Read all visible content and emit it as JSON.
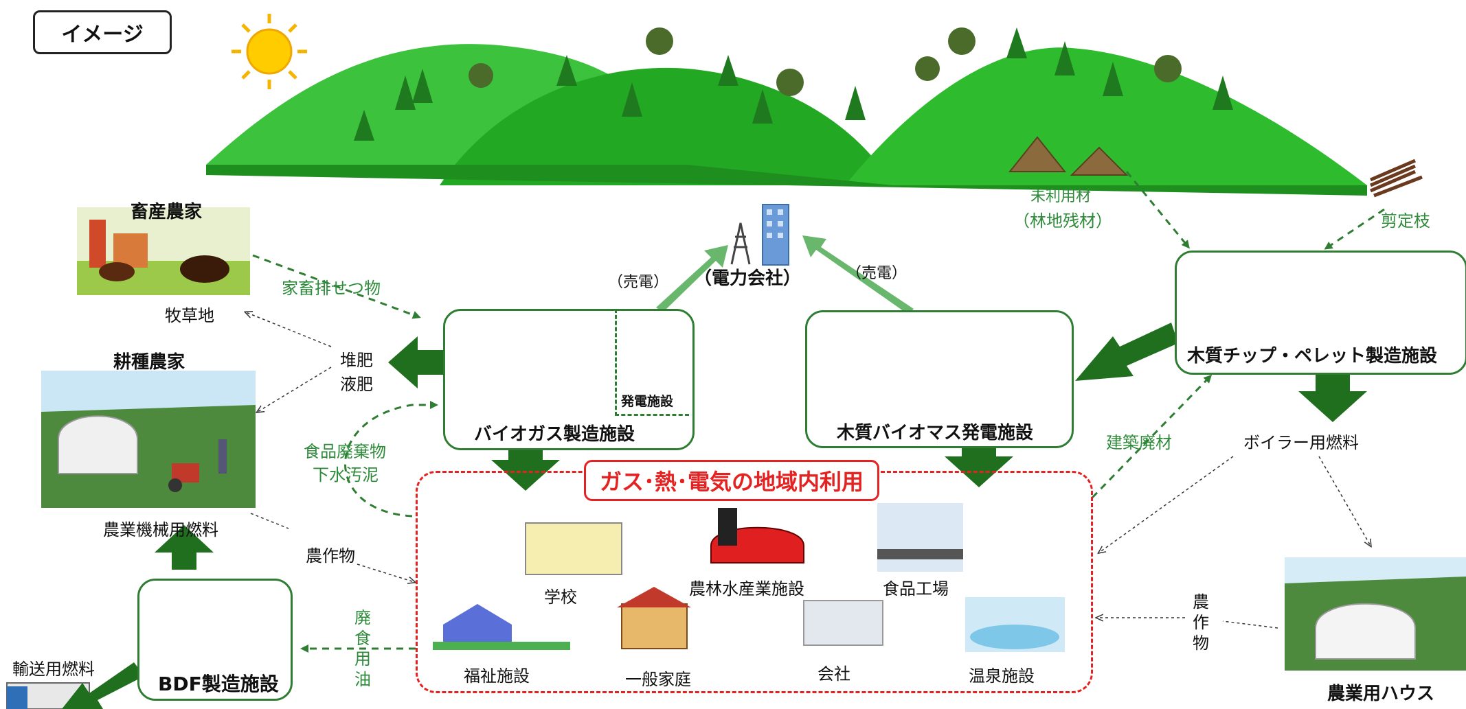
{
  "title_box": "イメージ",
  "region_title": "ガス･熱･電気の地域内利用",
  "facilities": {
    "biogas": "バイオガス製造施設",
    "biogas_power": "発電施設",
    "wood_power": "木質バイオマス発電施設",
    "chip_plant": "木質チップ・ペレット製造施設",
    "bdf": "BDF製造施設",
    "power_company": "（電力会社）"
  },
  "farms": {
    "livestock": "畜産農家",
    "pasture": "牧草地",
    "crop": "耕種農家",
    "machine_fuel": "農業機械用燃料",
    "greenhouse": "農業用ハウス"
  },
  "flows": {
    "manure": "家畜排せつ物",
    "compost_1": "堆肥",
    "compost_2": "液肥",
    "food_waste_1": "食品廃棄物",
    "food_waste_2": "下水汚泥",
    "crops_left": "農作物",
    "waste_oil": [
      "廃",
      "食",
      "用",
      "油"
    ],
    "crops_right": [
      "農",
      "作",
      "物"
    ],
    "sell_power_1": "（売電）",
    "sell_power_2": "（売電）",
    "forest_residue_1": "未利用材",
    "forest_residue_2": "（林地残材）",
    "pruned": "剪定枝",
    "construction_waste": "建築廃材",
    "boiler_fuel": "ボイラー用燃料",
    "transport_fuel": "輸送用燃料"
  },
  "users": {
    "school": "学校",
    "agri_facility": "農林水産業施設",
    "food_factory": "食品工場",
    "welfare": "福祉施設",
    "household": "一般家庭",
    "company": "会社",
    "hot_spring": "温泉施設"
  }
}
